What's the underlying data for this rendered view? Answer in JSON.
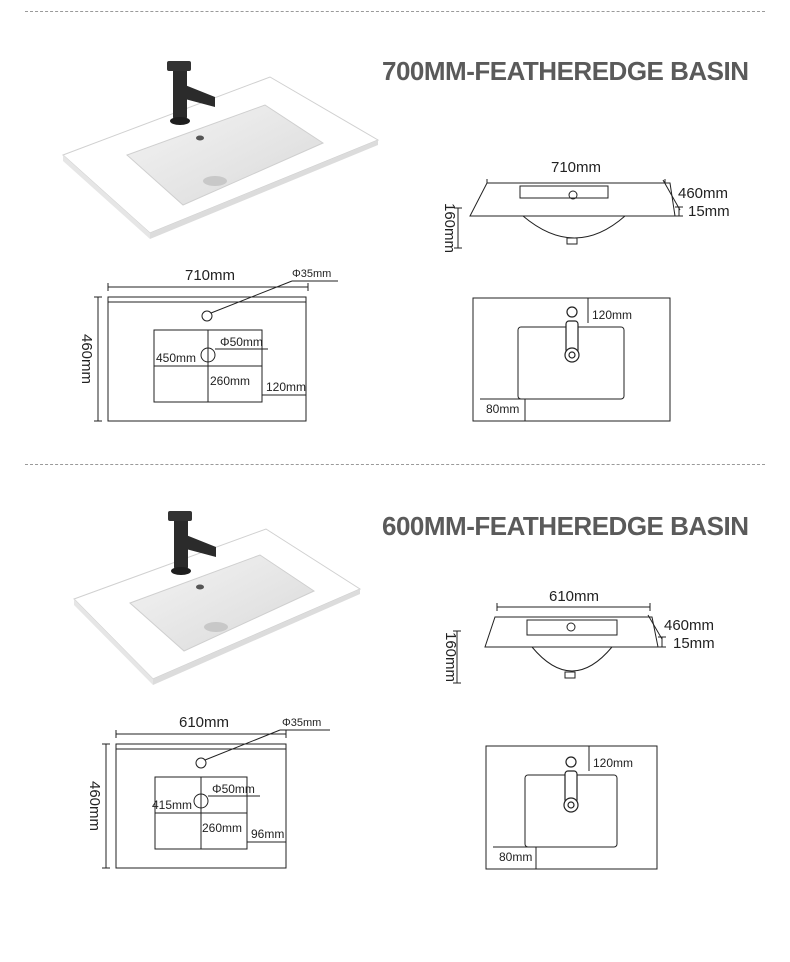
{
  "sections": [
    {
      "title": "700MM-FEATHEREDGE BASIN",
      "front": {
        "width": "710mm",
        "depth": "460mm",
        "rim": "15mm",
        "height": "160mm"
      },
      "top": {
        "width": "710mm",
        "depth": "460mm",
        "tap_hole": "Φ35mm",
        "waste": "Φ50mm",
        "bowl_length": "450mm",
        "bowl_width": "260mm",
        "edge_offset": "120mm"
      },
      "plan": {
        "tap_offset": "120mm",
        "side_offset": "80mm"
      }
    },
    {
      "title": "600MM-FEATHEREDGE BASIN",
      "front": {
        "width": "610mm",
        "depth": "460mm",
        "rim": "15mm",
        "height": "160mm"
      },
      "top": {
        "width": "610mm",
        "depth": "460mm",
        "tap_hole": "Φ35mm",
        "waste": "Φ50mm",
        "bowl_length": "415mm",
        "bowl_width": "260mm",
        "edge_offset": "96mm"
      },
      "plan": {
        "tap_offset": "120mm",
        "side_offset": "80mm"
      }
    }
  ],
  "colors": {
    "title": "#5a5a5a",
    "line": "#222222",
    "tap": "#2b2b2b",
    "ceramic": "#ffffff"
  },
  "icons": [
    "basin-photo",
    "mixer-tap-icon"
  ]
}
